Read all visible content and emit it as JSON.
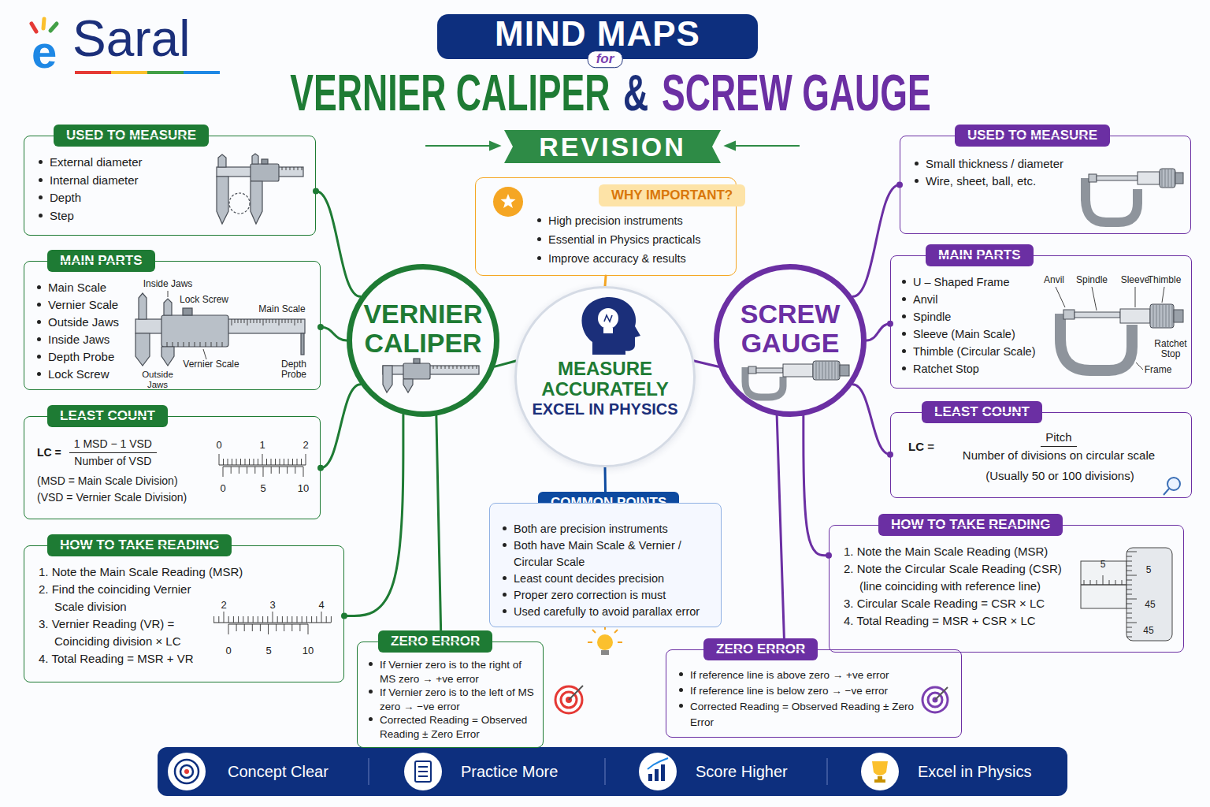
{
  "diagram": {
    "title": "MIND MAPS",
    "nodes": [
      {
        "text": [
          "REVISION"
        ]
      },
      {
        "text": [
          "WHY IMPORTANT?",
          "High precision instruments",
          "Essential in Physics practicals",
          "Improve accuracy & results"
        ]
      },
      {
        "text": [
          "MEASURE ACCURATELY",
          "EXCEL IN PHYSICS"
        ]
      },
      {
        "text": [
          "VERNIER CALIPER"
        ]
      },
      {
        "text": [
          "SCREW GAUGE"
        ]
      },
      {
        "text": [
          "USED TO MEASURE",
          "External diameter",
          "Internal diameter",
          "Depth",
          "Step"
        ]
      },
      {
        "text": [
          "MAIN PARTS",
          "Main Scale",
          "Vernier Scale",
          "Outside Jaws",
          "Inside Jaws",
          "Depth Probe",
          "Lock Screw"
        ]
      },
      {
        "text": [
          "LEAST COUNT",
          "LC =",
          "1 MSD − 1 VSD",
          "Number of VSD",
          "(MSD = Main Scale Division)",
          "(VSD = Vernier Scale Division)"
        ]
      },
      {
        "text": [
          "HOW TO TAKE READING",
          "1. Note the Main Scale Reading (MSR)",
          "2. Find the coinciding Vernier Scale division",
          "3. Vernier Reading (VR) = Coinciding division × LC",
          "4. Total Reading = MSR + VR"
        ]
      },
      {
        "text": [
          "ZERO ERROR",
          "If Vernier zero is to the right of MS zero → +ve error",
          "If Vernier zero is to the left of MS zero → −ve error",
          "Corrected Reading = Observed Reading ± Zero Error"
        ]
      },
      {
        "text": [
          "COMMON POINTS",
          "Both are precision instruments",
          "Both have Main Scale & Vernier / Circular Scale",
          "Least count decides precision",
          "Proper zero correction is must",
          "Used carefully to avoid parallax error"
        ]
      },
      {
        "text": [
          "USED TO MEASURE",
          "Small thickness / diameter",
          "Wire, sheet, ball, etc."
        ]
      },
      {
        "text": [
          "MAIN PARTS",
          "U – Shaped Frame",
          "Anvil",
          "Spindle",
          "Sleeve (Main Scale)",
          "Thimble (Circular Scale)",
          "Ratchet Stop"
        ]
      },
      {
        "text": [
          "LEAST COUNT",
          "LC =",
          "Pitch",
          "Number of divisions on circular scale",
          "(Usually 50 or 100 divisions)"
        ]
      },
      {
        "text": [
          "HOW TO TAKE READING",
          "1. Note the Main Scale Reading (MSR)",
          "2. Note the Circular Scale Reading (CSR) (line coinciding with reference line)",
          "3. Circular Scale Reading = CSR × LC",
          "4. Total Reading = MSR + CSR × LC"
        ]
      },
      {
        "text": [
          "ZERO ERROR",
          "If reference line is above zero → +ve error",
          "If reference line is below zero → −ve error",
          "Corrected Reading = Observed Reading ± Zero Error"
        ]
      }
    ],
    "edges": [
      {
        "from": 2,
        "to": 3,
        "arrow": "none"
      },
      {
        "from": 2,
        "to": 4,
        "arrow": "none"
      },
      {
        "from": 2,
        "to": 1,
        "arrow": "none"
      },
      {
        "from": 2,
        "to": 10,
        "arrow": "none"
      },
      {
        "from": 3,
        "to": 5,
        "arrow": "none"
      },
      {
        "from": 3,
        "to": 6,
        "arrow": "none"
      },
      {
        "from": 3,
        "to": 7,
        "arrow": "none"
      },
      {
        "from": 3,
        "to": 8,
        "arrow": "none"
      },
      {
        "from": 3,
        "to": 9,
        "arrow": "none"
      },
      {
        "from": 4,
        "to": 11,
        "arrow": "none"
      },
      {
        "from": 4,
        "to": 12,
        "arrow": "none"
      },
      {
        "from": 4,
        "to": 13,
        "arrow": "none"
      },
      {
        "from": 4,
        "to": 14,
        "arrow": "none"
      },
      {
        "from": 4,
        "to": 15,
        "arrow": "none"
      }
    ],
    "labels": [
      "e",
      "Saral",
      "for",
      "VERNIER CALIPER",
      "&",
      "SCREW GAUGE",
      "Inside Jaws",
      "Lock Screw",
      "Main Scale",
      "Vernier Scale",
      "Depth Probe",
      "Outside Jaws",
      "0",
      "1",
      "2",
      "0",
      "5",
      "10",
      "2",
      "3",
      "4",
      "0",
      "5",
      "10",
      "Anvil",
      "Spindle",
      "Sleeve",
      "Thimble",
      "Ratchet Stop",
      "Frame",
      "5",
      "5",
      "45",
      "45",
      "Concept Clear",
      "Practice More",
      "Score Higher",
      "Excel in Physics"
    ]
  }
}
